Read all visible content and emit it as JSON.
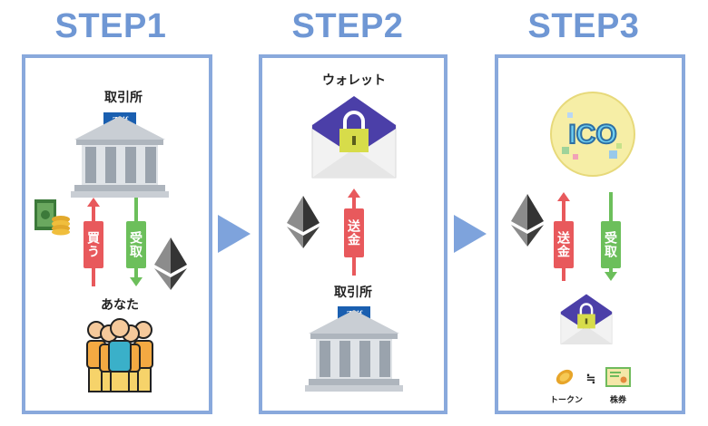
{
  "steps": [
    {
      "title": "STEP1",
      "exchange_label": "取引所",
      "exchange_logo": "Zaif",
      "buy_label": "買う",
      "receive_label": "受取",
      "you_label": "あなた"
    },
    {
      "title": "STEP2",
      "wallet_label": "ウォレット",
      "send_label": "送金",
      "exchange_label": "取引所",
      "exchange_logo": "Zaif"
    },
    {
      "title": "STEP3",
      "ico_label": "ICO",
      "send_label": "送金",
      "receive_label": "受取",
      "token_label": "トークン",
      "approx_symbol": "≒",
      "stock_label": "株券"
    }
  ],
  "colors": {
    "accent": "#6f97d4",
    "red": "#e8595c",
    "green": "#6cbf5b",
    "envelope": "#4b3fa8",
    "lock": "#d7dc4a"
  },
  "icons": [
    "bank-icon",
    "money-icon",
    "ethereum-icon",
    "people-icon",
    "envelope-lock-icon",
    "ico-badge-icon",
    "token-icon",
    "certificate-icon"
  ]
}
